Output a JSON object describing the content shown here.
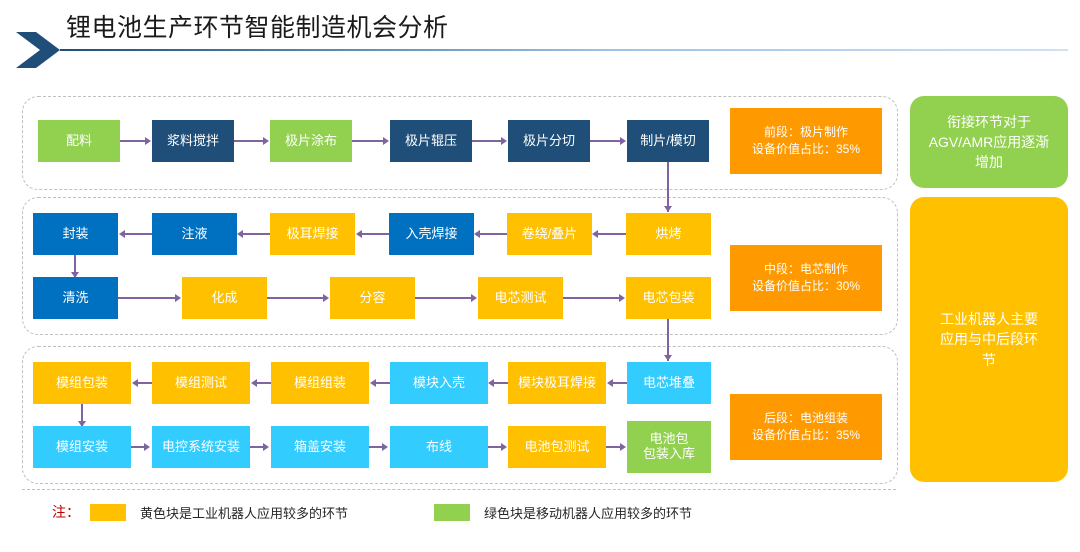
{
  "header": {
    "title": "锂电池生产环节智能制造机会分析",
    "arrow_icon": "chevron-right-icon"
  },
  "stages": [
    {
      "id": "front",
      "info": {
        "line1": "前段：极片制作",
        "line2": "设备价值占比：35%",
        "color": "#FF9900"
      },
      "rows": [
        {
          "direction": "right",
          "nodes": [
            {
              "label": "配料",
              "color": "green"
            },
            {
              "label": "浆料搅拌",
              "color": "dblue"
            },
            {
              "label": "极片涂布",
              "color": "green"
            },
            {
              "label": "极片辊压",
              "color": "dblue"
            },
            {
              "label": "极片分切",
              "color": "dblue"
            },
            {
              "label": "制片/模切",
              "color": "dblue"
            }
          ]
        }
      ]
    },
    {
      "id": "mid",
      "info": {
        "line1": "中段：电芯制作",
        "line2": "设备价值占比：30%",
        "color": "#FF9900"
      },
      "rows": [
        {
          "direction": "left",
          "nodes": [
            {
              "label": "封装",
              "color": "blue"
            },
            {
              "label": "注液",
              "color": "blue"
            },
            {
              "label": "极耳焊接",
              "color": "yellow"
            },
            {
              "label": "入壳焊接",
              "color": "blue"
            },
            {
              "label": "卷绕/叠片",
              "color": "yellow"
            },
            {
              "label": "烘烤",
              "color": "yellow"
            }
          ]
        },
        {
          "direction": "right",
          "nodes": [
            {
              "label": "清洗",
              "color": "blue"
            },
            {
              "label": "化成",
              "color": "yellow"
            },
            {
              "label": "分容",
              "color": "yellow"
            },
            {
              "label": "电芯测试",
              "color": "yellow"
            },
            {
              "label": "电芯包装",
              "color": "yellow"
            }
          ]
        }
      ]
    },
    {
      "id": "back",
      "info": {
        "line1": "后段：电池组装",
        "line2": "设备价值占比：35%",
        "color": "#FF9900"
      },
      "rows": [
        {
          "direction": "left",
          "nodes": [
            {
              "label": "模组包装",
              "color": "yellow"
            },
            {
              "label": "模组测试",
              "color": "yellow"
            },
            {
              "label": "模组组装",
              "color": "yellow"
            },
            {
              "label": "模块入壳",
              "color": "cyan"
            },
            {
              "label": "模块极耳焊接",
              "color": "yellow"
            },
            {
              "label": "电芯堆叠",
              "color": "cyan"
            }
          ]
        },
        {
          "direction": "right",
          "nodes": [
            {
              "label": "模组安装",
              "color": "cyan"
            },
            {
              "label": "电控系统安装",
              "color": "cyan"
            },
            {
              "label": "箱盖安装",
              "color": "cyan"
            },
            {
              "label": "布线",
              "color": "cyan"
            },
            {
              "label": "电池包测试",
              "color": "yellow"
            },
            {
              "label": "电池包\n包装入库",
              "color": "green"
            }
          ]
        }
      ]
    }
  ],
  "side_callouts": [
    {
      "text": "衔接环节对于\nAGV/AMR应用逐渐\n增加",
      "color": "#92D050"
    },
    {
      "text": "工业机器人主要\n应用与中后段环\n节",
      "color": "#FFC000"
    }
  ],
  "legend": {
    "note": "注：",
    "items": [
      {
        "swatch": "yellow",
        "color": "#FFC000",
        "text": "黄色块是工业机器人应用较多的环节"
      },
      {
        "swatch": "green",
        "color": "#92D050",
        "text": "绿色块是移动机器人应用较多的环节"
      }
    ]
  }
}
